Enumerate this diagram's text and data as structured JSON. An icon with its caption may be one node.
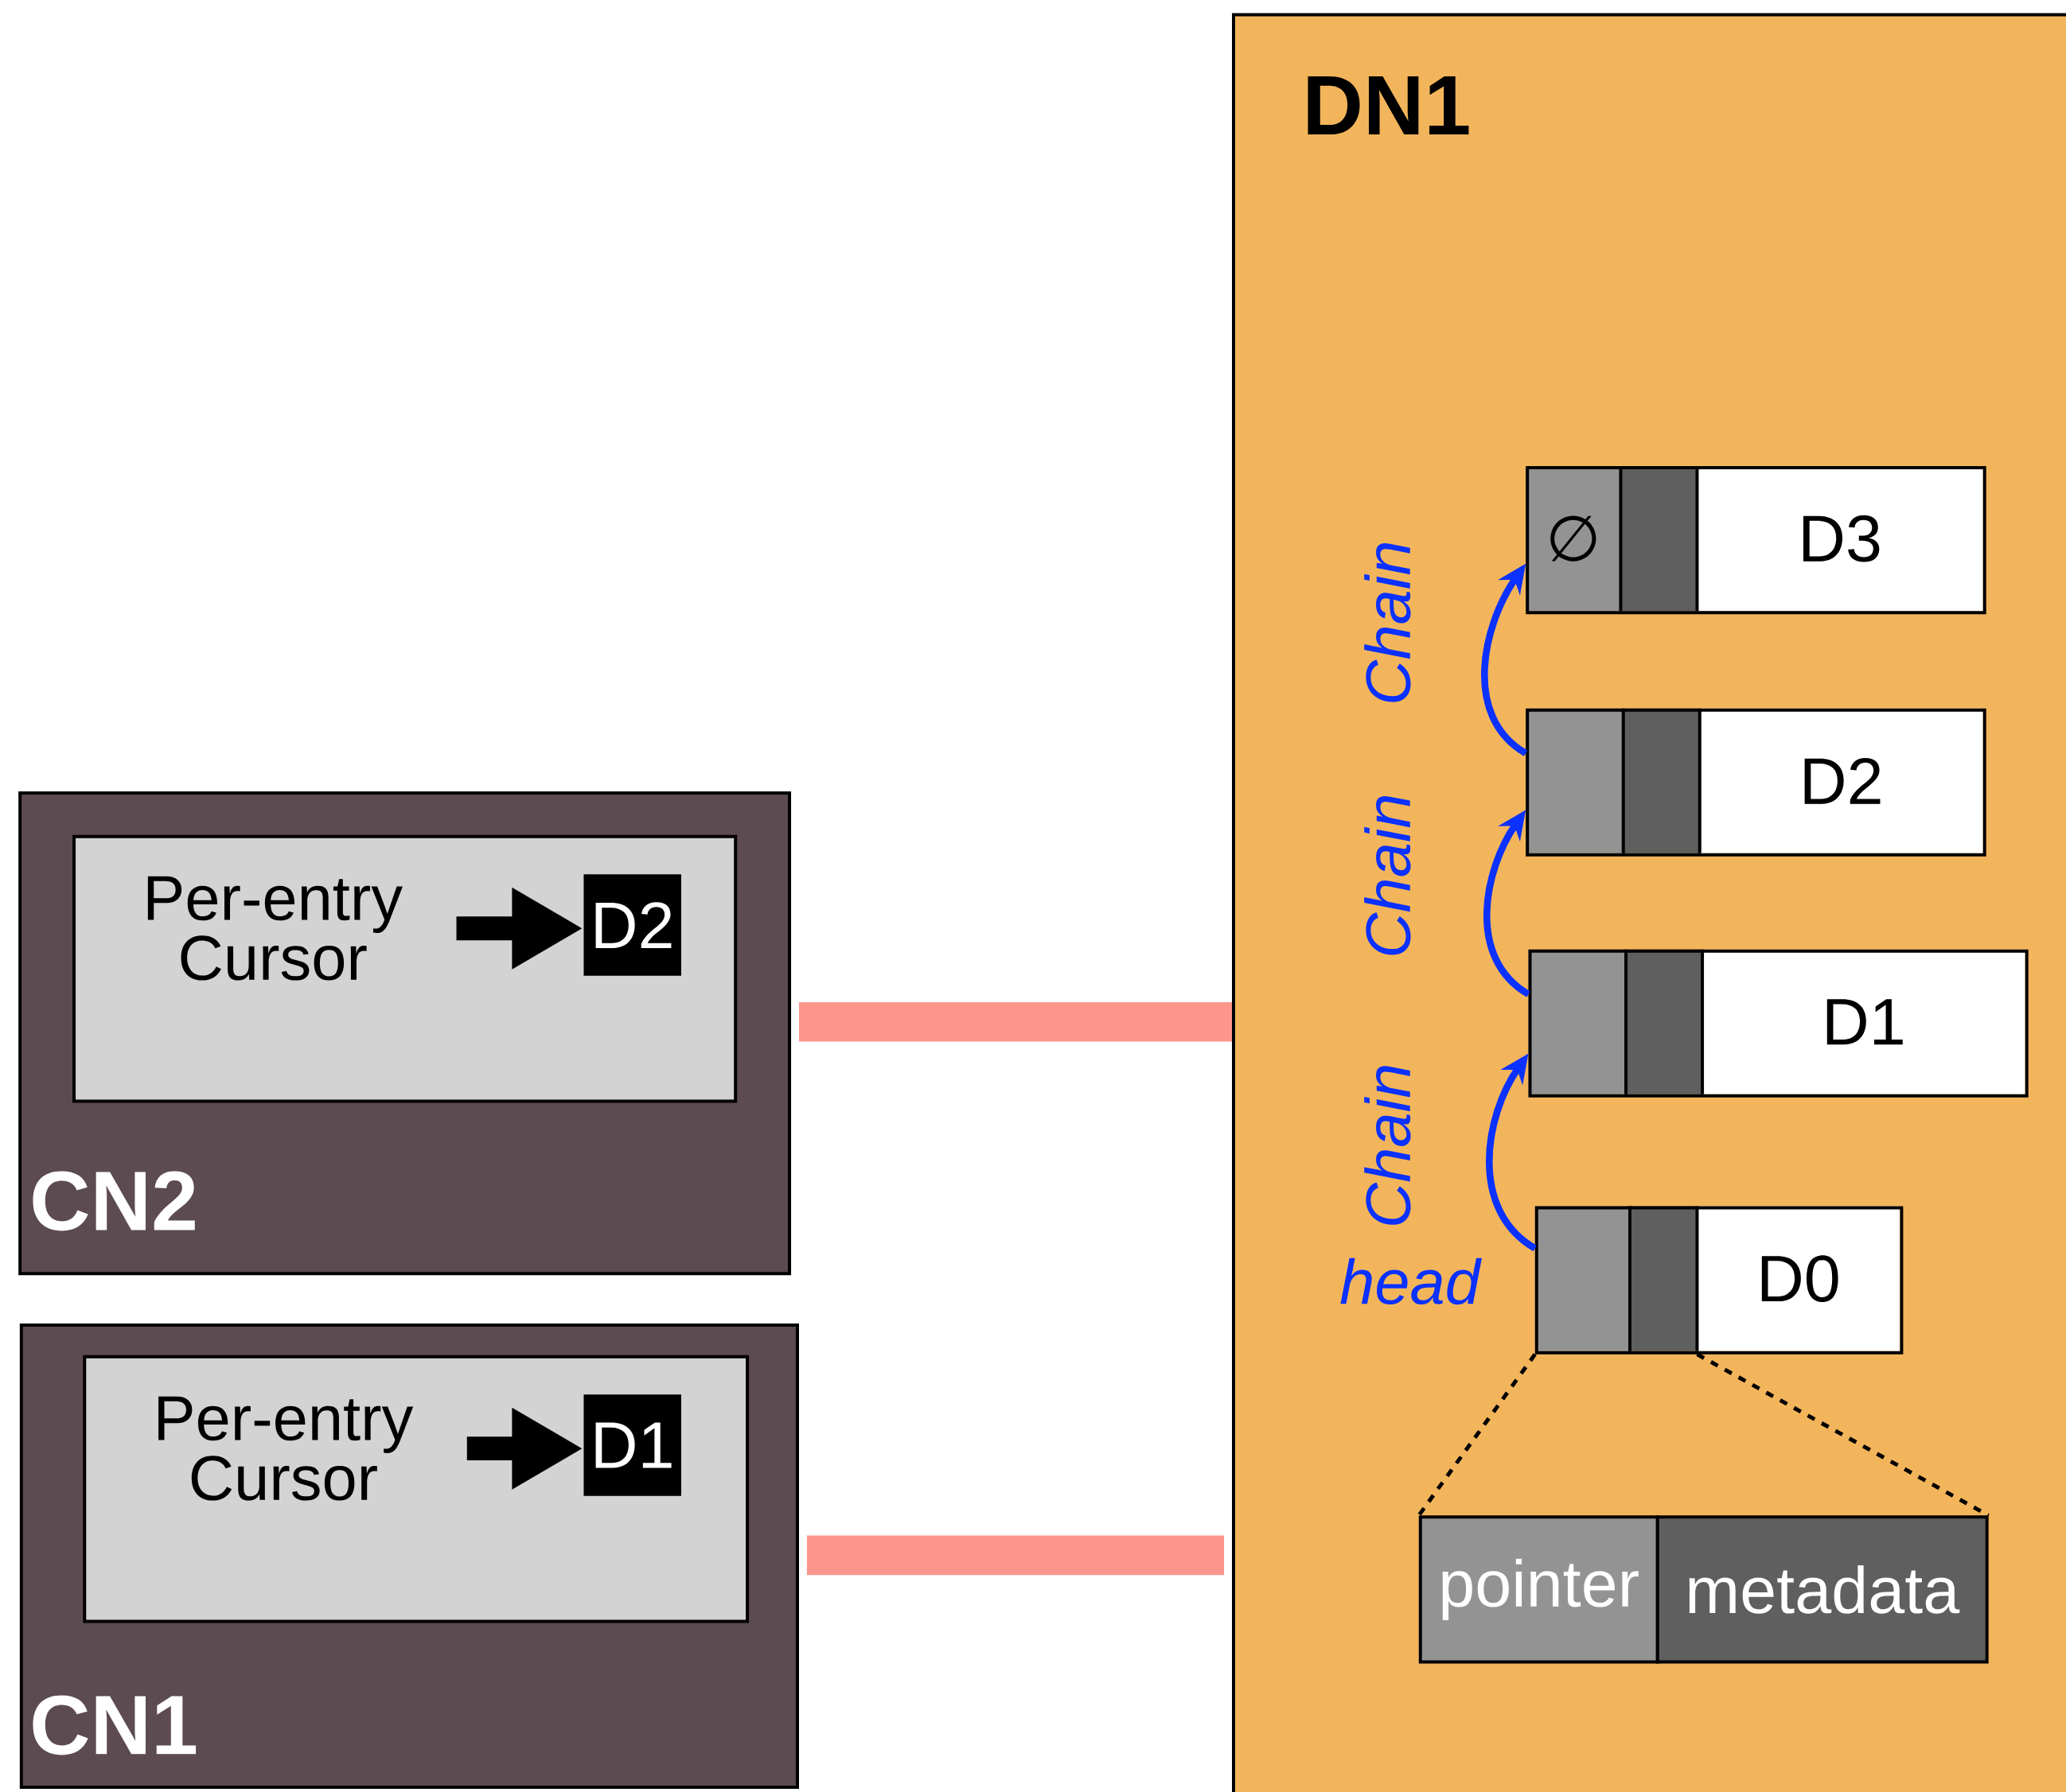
{
  "diagram": {
    "nodes": [
      {
        "text": [
          "DN1"
        ]
      },
      {
        "text": [
          "CN2"
        ]
      },
      {
        "text": [],
        "shape": "box",
        "in": 1
      },
      {
        "text": [
          "Per-entry Cursor"
        ],
        "in": 2
      },
      {
        "text": [
          "D2"
        ],
        "in": 2
      },
      {
        "text": [
          "CN1"
        ]
      },
      {
        "text": [],
        "shape": "box",
        "in": 5
      },
      {
        "text": [
          "Per-entry Cursor"
        ],
        "in": 6
      },
      {
        "text": [
          "D1"
        ],
        "in": 6
      },
      {
        "text": [
          "∅",
          "D3"
        ],
        "in": 0
      },
      {
        "text": [
          "D2"
        ],
        "in": 0
      },
      {
        "text": [
          "D1"
        ],
        "in": 0
      },
      {
        "text": [
          "D0"
        ],
        "in": 0,
        "beside": [
          "head"
        ]
      },
      {
        "text": [
          "pointer"
        ],
        "in": 0
      },
      {
        "text": [
          "metadata"
        ],
        "in": 0
      }
    ],
    "edges": [
      {
        "from": 3,
        "to": 4,
        "arrow": "to",
        "style": "thick"
      },
      {
        "from": 7,
        "to": 8,
        "arrow": "to",
        "style": "thick"
      },
      {
        "from": 1,
        "to": 0,
        "arrow": "none",
        "style": "thick",
        "color": "#fc968d"
      },
      {
        "from": 5,
        "to": 0,
        "arrow": "none",
        "style": "thick",
        "color": "#fc968d"
      },
      {
        "from": 12,
        "to": 11,
        "arrow": "to",
        "label": "Chain",
        "color": "#0a31ff"
      },
      {
        "from": 11,
        "to": 10,
        "arrow": "to",
        "label": "Chain",
        "color": "#0a31ff"
      },
      {
        "from": 10,
        "to": 9,
        "arrow": "to",
        "label": "Chain",
        "color": "#0a31ff"
      },
      {
        "from": 12,
        "to": 13,
        "arrow": "none",
        "style": "dashed"
      },
      {
        "from": 12,
        "to": 14,
        "arrow": "none",
        "style": "dashed"
      }
    ]
  }
}
